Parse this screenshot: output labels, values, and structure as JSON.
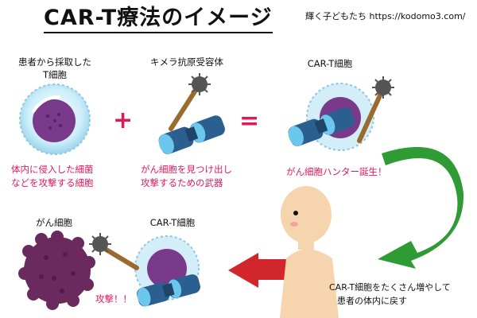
{
  "title": "CAR-T療法のイメージ",
  "site_credit": "輝く子どもたち https://kodomo3.com/",
  "row1": {
    "t_cell_label": [
      "患者から採取した",
      "T細胞"
    ],
    "t_cell_desc": [
      "体内に侵入した細菌",
      "などを攻撃する細胞"
    ],
    "plus": "+",
    "receptor_label": "キメラ抗原受容体",
    "receptor_desc": [
      "がん細胞を見つけ出し",
      "攻撃するための武器"
    ],
    "equals": "=",
    "cart_label": "CAR-T細胞",
    "cart_desc": "がん細胞ハンター誕生！"
  },
  "row2": {
    "cancer_label": "がん細胞",
    "cart_label": "CAR-T細胞",
    "attack": "攻撃！！",
    "return_note": [
      "CAR-T細胞をたくさん増やして",
      "患者の体内に戻す"
    ]
  },
  "colors": {
    "pink": "#e0185a",
    "red_op": "#e0185a",
    "cell_purple": "#7a3a8c",
    "cell_halo": "#bfe6f5",
    "cancer": "#6b2a5e",
    "arrow_green": "#2e9b35",
    "arrow_red": "#d0262c",
    "skin": "#f6d5ae"
  }
}
